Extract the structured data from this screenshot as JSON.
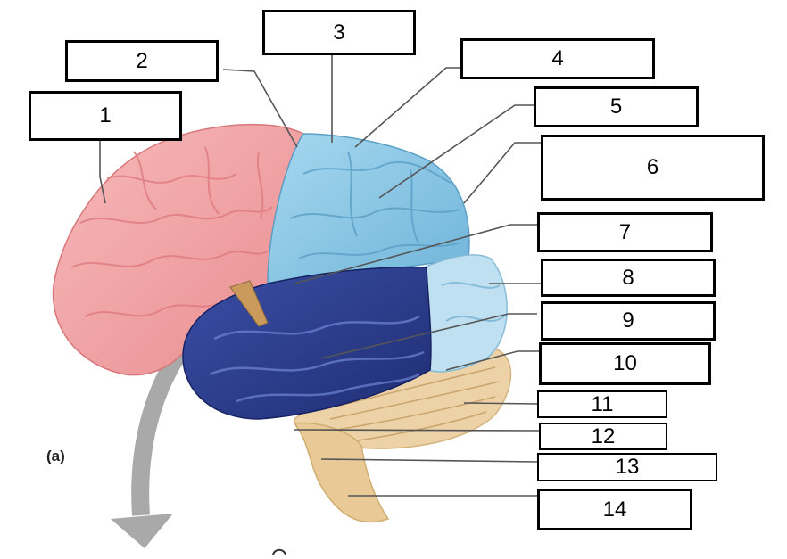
{
  "figure": {
    "panel_label": "(a)",
    "labels": [
      "1",
      "2",
      "3",
      "4",
      "5",
      "6",
      "7",
      "8",
      "9",
      "10",
      "11",
      "12",
      "13",
      "14"
    ]
  },
  "colors": {
    "frontal": "#f2a2a3",
    "parietal": "#8ccbe8",
    "occipital": "#bfe0f0",
    "temporal": "#2c3f8f",
    "cerebellum": "#ecd2a6",
    "brainstem": "#e9c995",
    "arrow": "#a9a9a9",
    "leader": "#555555"
  }
}
